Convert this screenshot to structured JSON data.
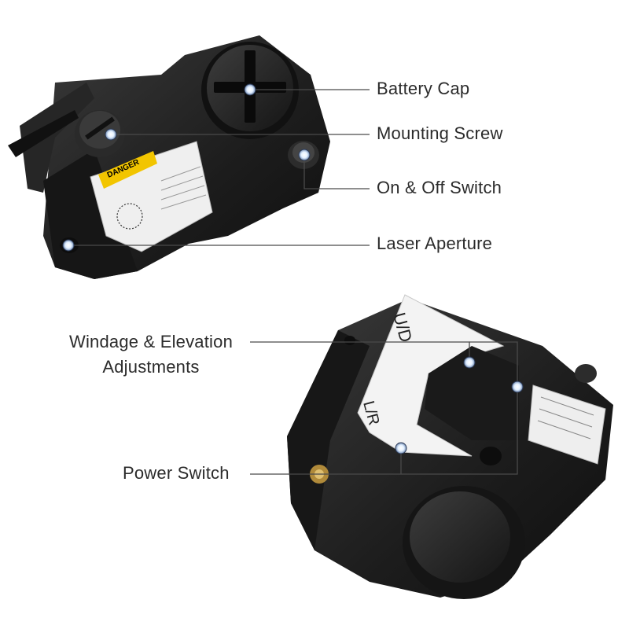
{
  "callouts": {
    "battery_cap": "Battery Cap",
    "mounting_screw": "Mounting Screw",
    "on_off_switch": "On & Off Switch",
    "laser_aperture": "Laser Aperture",
    "windage_elevation_line1": "Windage & Elevation",
    "windage_elevation_line2": "Adjustments",
    "power_switch": "Power Switch"
  },
  "labels_on_device": {
    "warning_sticker": "DANGER",
    "elevation_tab": "U/D",
    "windage_tab": "L/R"
  },
  "colors": {
    "device_body": "#202020",
    "leader_line": "#4a4a4a",
    "marker_dot": "#dcecff",
    "warning_yellow": "#f2c500"
  }
}
